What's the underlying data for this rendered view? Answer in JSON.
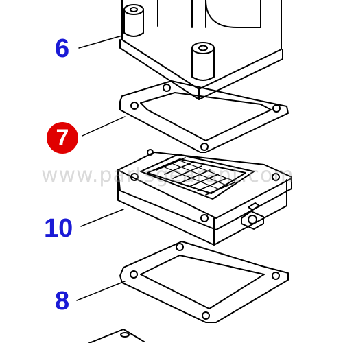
{
  "callouts": [
    {
      "label": "6",
      "highlighted": false
    },
    {
      "label": "7",
      "highlighted": true
    },
    {
      "label": "10",
      "highlighted": false
    },
    {
      "label": "8",
      "highlighted": false
    }
  ],
  "watermark": "www.partsgearant.com",
  "colors": {
    "callout_text": "#1a1ad6",
    "highlight_bg": "#e00000",
    "line": "#000000",
    "watermark": "#969696"
  }
}
